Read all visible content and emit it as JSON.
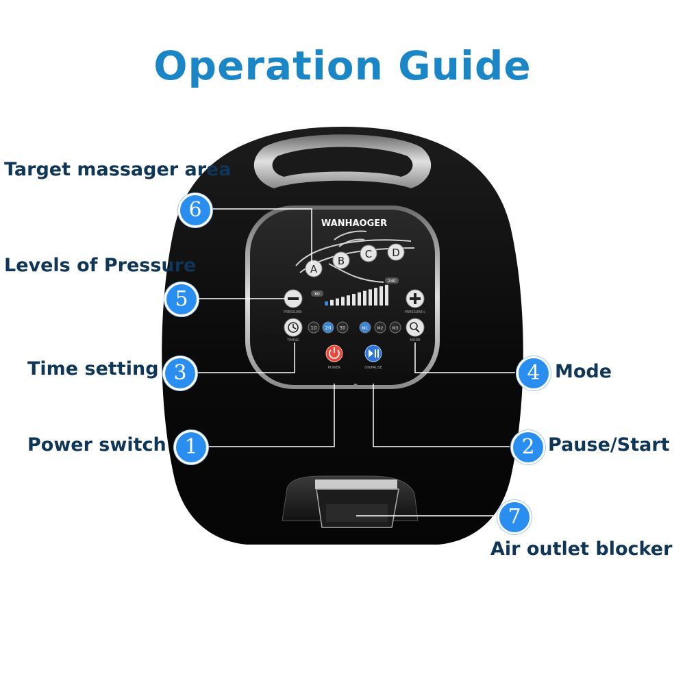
{
  "title": "Operation Guide",
  "device": {
    "brand": "WANHAOGER",
    "zones": [
      "A",
      "B",
      "C",
      "D"
    ],
    "pressure_min_label": "60",
    "pressure_max_label": "240",
    "pressure_minus_label": "PRESSURE-",
    "pressure_plus_label": "PRESSURE+",
    "timer_options": [
      "10",
      "20",
      "30"
    ],
    "mode_options": [
      "M1",
      "M2",
      "M3"
    ],
    "timing_label": "TIMING",
    "mode_label": "MODE",
    "power_label": "POWER",
    "pause_label": "ON/PAUSE"
  },
  "callouts": [
    {
      "number": "6",
      "label": "Target massager area"
    },
    {
      "number": "5",
      "label": "Levels of Pressure"
    },
    {
      "number": "3",
      "label": "Time setting"
    },
    {
      "number": "4",
      "label": "Mode"
    },
    {
      "number": "1",
      "label": "Power switch"
    },
    {
      "number": "2",
      "label": "Pause/Start"
    },
    {
      "number": "7",
      "label": "Air outlet blocker"
    }
  ],
  "colors": {
    "title": "#1a86c6",
    "label": "#0f3557",
    "badge": "#2a8ef0",
    "body": "#0c0c0c",
    "power": "#e8483c",
    "pause": "#2f74d8"
  }
}
